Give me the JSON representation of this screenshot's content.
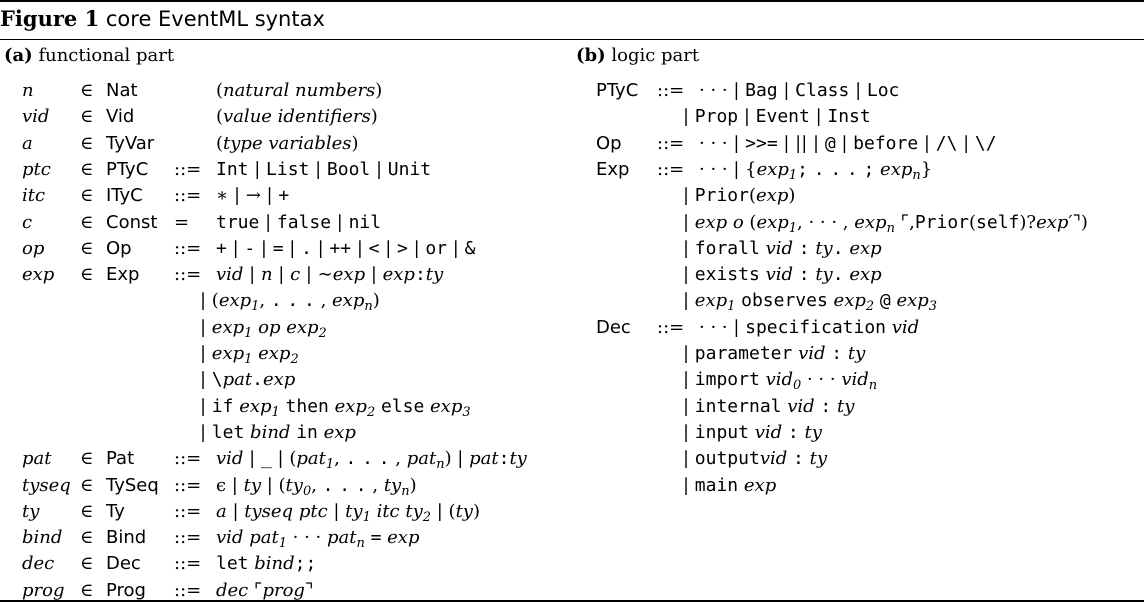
{
  "figure": {
    "number": "Figure 1",
    "caption": "core EventML syntax"
  },
  "left": {
    "label": "(a)",
    "heading": "functional part",
    "rows": [
      {
        "meta": "n",
        "in": "∈",
        "cat": "Nat",
        "op": "",
        "def": "(natural numbers)"
      },
      {
        "meta": "vid",
        "in": "∈",
        "cat": "Vid",
        "op": "",
        "def": "(value identifiers)"
      },
      {
        "meta": "a",
        "in": "∈",
        "cat": "TyVar",
        "op": "",
        "def": "(type variables)"
      },
      {
        "meta": "ptc",
        "in": "∈",
        "cat": "PTyC",
        "op": "::=",
        "def": "Int | List | Bool | Unit"
      },
      {
        "meta": "itc",
        "in": "∈",
        "cat": "ITyC",
        "op": "::=",
        "def": "∗ | → | +"
      },
      {
        "meta": "c",
        "in": "∈",
        "cat": "Const",
        "op": "=",
        "def": "true | false | nil"
      },
      {
        "meta": "op",
        "in": "∈",
        "cat": "Op",
        "op": "::=",
        "def": "+ | - | = | . | ++ | < | > | or | &"
      },
      {
        "meta": "exp",
        "in": "∈",
        "cat": "Exp",
        "op": "::=",
        "def": "vid | n | c | ∼exp | exp:ty"
      },
      {
        "meta": "",
        "in": "",
        "cat": "",
        "op": "",
        "def": "| (exp1, . . . , expn)"
      },
      {
        "meta": "",
        "in": "",
        "cat": "",
        "op": "",
        "def": "| exp1 op exp2"
      },
      {
        "meta": "",
        "in": "",
        "cat": "",
        "op": "",
        "def": "| exp1 exp2"
      },
      {
        "meta": "",
        "in": "",
        "cat": "",
        "op": "",
        "def": "| \\pat.exp"
      },
      {
        "meta": "",
        "in": "",
        "cat": "",
        "op": "",
        "def": "| if exp1 then exp2 else exp3"
      },
      {
        "meta": "",
        "in": "",
        "cat": "",
        "op": "",
        "def": "| let bind in exp"
      },
      {
        "meta": "pat",
        "in": "∈",
        "cat": "Pat",
        "op": "::=",
        "def": "vid | _ | (pat1, . . . , patn) | pat:ty"
      },
      {
        "meta": "tyseq",
        "in": "∈",
        "cat": "TySeq",
        "op": "::=",
        "def": "ϵ | ty | (ty0, . . . , tyn)"
      },
      {
        "meta": "ty",
        "in": "∈",
        "cat": "Ty",
        "op": "::=",
        "def": "a | tyseq ptc | ty1 itc ty2 | (ty)"
      },
      {
        "meta": "bind",
        "in": "∈",
        "cat": "Bind",
        "op": "::=",
        "def": "vid pat1 · · · patn = exp"
      },
      {
        "meta": "dec",
        "in": "∈",
        "cat": "Dec",
        "op": "::=",
        "def": "let bind;;"
      },
      {
        "meta": "prog",
        "in": "∈",
        "cat": "Prog",
        "op": "::=",
        "def": "dec ⌜prog⌝"
      }
    ]
  },
  "right": {
    "label": "(b)",
    "heading": "logic part",
    "rows": [
      {
        "cat": "PTyC",
        "op": "::=",
        "def": "· · · | Bag | Class | Loc"
      },
      {
        "cat": "",
        "op": "",
        "def": "| Prop | Event | Inst"
      },
      {
        "cat": "Op",
        "op": "::=",
        "def": "· · · | >>= | || | @ | before | /\\ | \\/"
      },
      {
        "cat": "Exp",
        "op": "::=",
        "def": "· · · | {exp1; . . . ; expn}"
      },
      {
        "cat": "",
        "op": "",
        "def": "| Prior(exp)"
      },
      {
        "cat": "",
        "op": "",
        "def": "| exp o (exp1, · · · , expn ⌜,Prior(self)?exp′⌝)"
      },
      {
        "cat": "",
        "op": "",
        "def": "| forall vid : ty. exp"
      },
      {
        "cat": "",
        "op": "",
        "def": "| exists vid : ty. exp"
      },
      {
        "cat": "",
        "op": "",
        "def": "| exp1 observes exp2 @ exp3"
      },
      {
        "cat": "Dec",
        "op": "::=",
        "def": "· · · | specification vid"
      },
      {
        "cat": "",
        "op": "",
        "def": "| parameter vid : ty"
      },
      {
        "cat": "",
        "op": "",
        "def": "| import vid0 · · · vidn"
      },
      {
        "cat": "",
        "op": "",
        "def": "| internal vid : ty"
      },
      {
        "cat": "",
        "op": "",
        "def": "| input vid : ty"
      },
      {
        "cat": "",
        "op": "",
        "def": "| outputvid : ty"
      },
      {
        "cat": "",
        "op": "",
        "def": "| main exp"
      }
    ]
  }
}
